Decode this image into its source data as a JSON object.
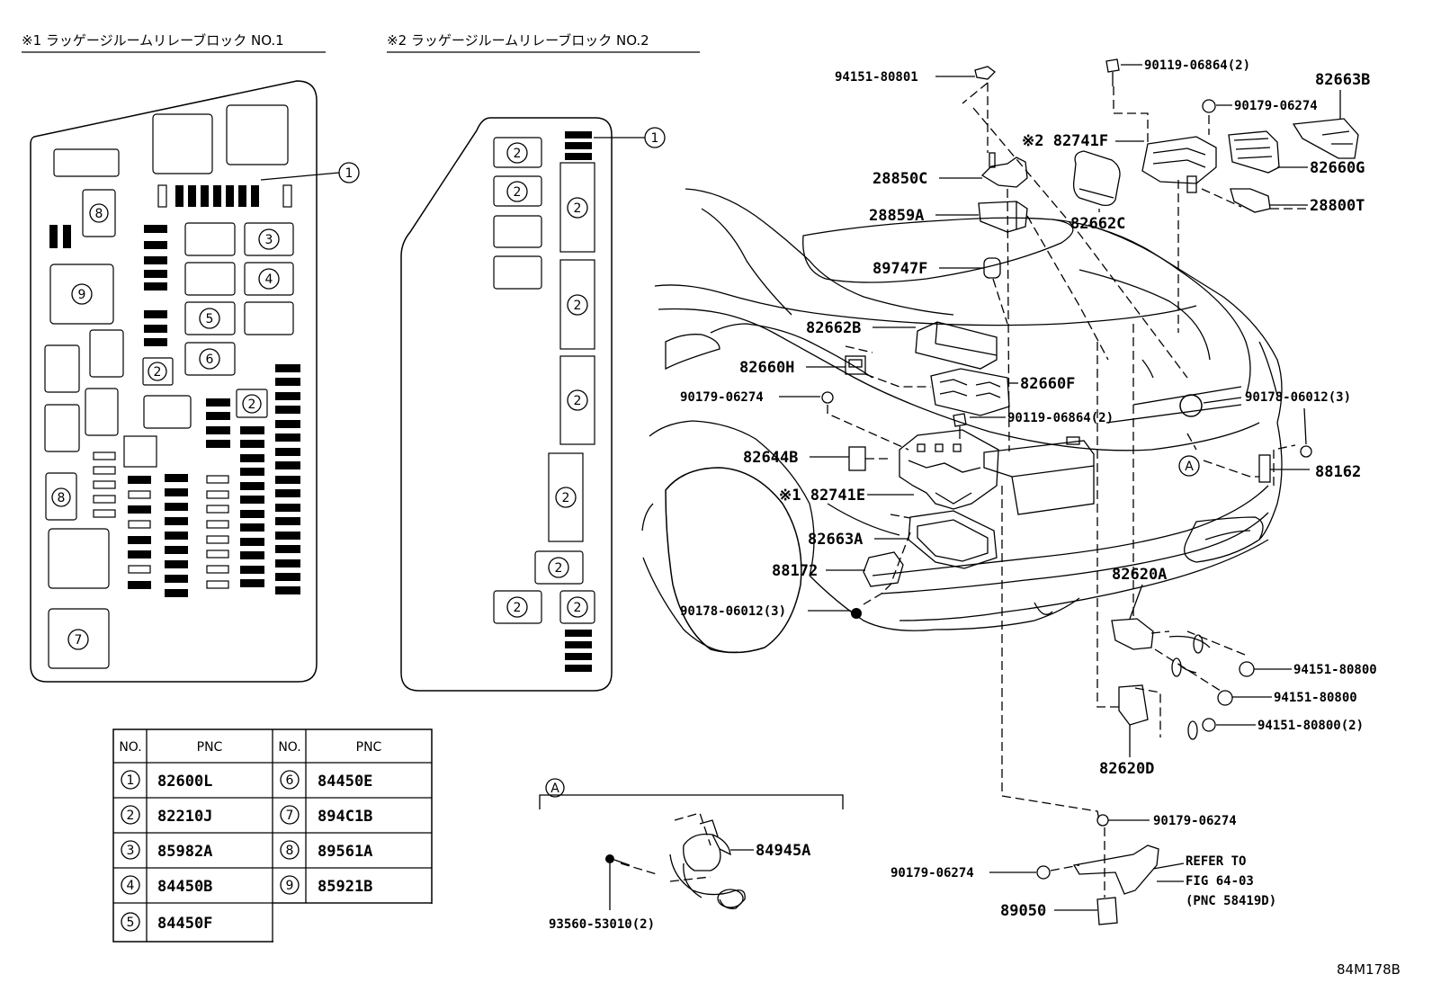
{
  "titles": {
    "block1": "※1 ラッゲージルームリレーブロック NO.1",
    "block2": "※2 ラッゲージルームリレーブロック NO.2"
  },
  "callouts": {
    "c1": "1",
    "c2": "2",
    "c3": "3",
    "c4": "4",
    "c5": "5",
    "c6": "6",
    "c7": "7",
    "c8": "8",
    "c9": "9"
  },
  "parts": {
    "p94151_80801": "94151-80801",
    "p90119_06864_2_top": "90119-06864(2)",
    "p82663B": "82663B",
    "p90179_06274_top": "90179-06274",
    "p82741F": "※2 82741F",
    "p82660G": "82660G",
    "p28850C": "28850C",
    "p28800T": "28800T",
    "p28859A": "28859A",
    "p82662C": "82662C",
    "p89747F": "89747F",
    "p82662B": "82662B",
    "p82660H": "82660H",
    "p82660F": "82660F",
    "p90179_06274_mid": "90179-06274",
    "p90119_06864_2_mid": "90119-06864(2)",
    "p90178_06012_3_right": "90178-06012(3)",
    "p82644B": "82644B",
    "p88162": "88162",
    "p82741E": "※1 82741E",
    "p82663A": "82663A",
    "p88172": "88172",
    "p82620A": "82620A",
    "p90178_06012_3_left": "90178-06012(3)",
    "p94151_80800_a": "94151-80800",
    "p94151_80800_b": "94151-80800",
    "p94151_80800_2": "94151-80800(2)",
    "p82620D": "82620D",
    "p90179_06274_low": "90179-06274",
    "p90179_06274_left": "90179-06274",
    "p89050": "89050",
    "refer1": "REFER TO",
    "refer2": "FIG 64-03",
    "refer3": "(PNC 58419D)",
    "p84945A": "84945A",
    "p93560_53010_2": "93560-53010(2)",
    "view_a": "A",
    "view_a_box": "A"
  },
  "table": {
    "headers": [
      "NO.",
      "PNC",
      "NO.",
      "PNC"
    ],
    "left": [
      {
        "no": "1",
        "pnc": "82600L"
      },
      {
        "no": "2",
        "pnc": "82210J"
      },
      {
        "no": "3",
        "pnc": "85982A"
      },
      {
        "no": "4",
        "pnc": "84450B"
      },
      {
        "no": "5",
        "pnc": "84450F"
      }
    ],
    "right": [
      {
        "no": "6",
        "pnc": "84450E"
      },
      {
        "no": "7",
        "pnc": "894C1B"
      },
      {
        "no": "8",
        "pnc": "89561A"
      },
      {
        "no": "9",
        "pnc": "85921B"
      }
    ]
  },
  "figure_id": "84M178B"
}
